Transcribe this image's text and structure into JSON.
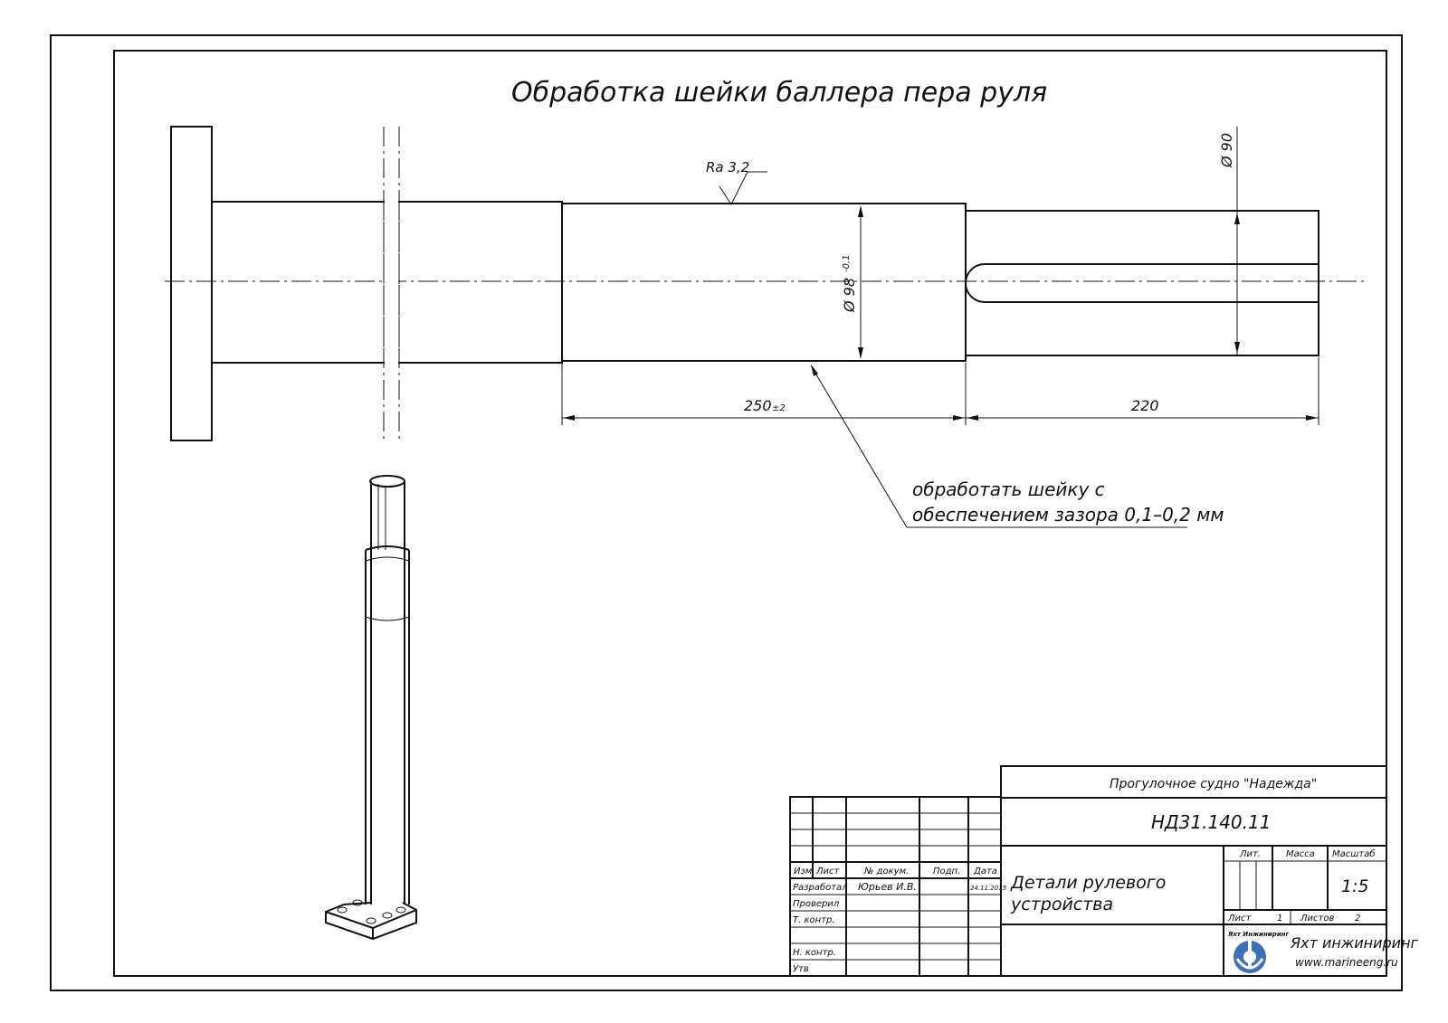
{
  "drawing": {
    "title": "Обработка шейки баллера пера руля",
    "roughness": "Ra 3,2",
    "diam_journal": "Ø 98",
    "diam_journal_tol": "-0,1",
    "diam_end": "Ø 90",
    "dim_length_1": "250",
    "dim_length_1_tol": "±2",
    "dim_length_2": "220",
    "note_line1": "обработать шейку с",
    "note_line2": "обеспечением зазора 0,1–0,2 мм"
  },
  "title_block": {
    "project": "Прогулочное судно \"Надежда\"",
    "doc_number": "НД31.140.11",
    "doc_title_line1": "Детали рулевого",
    "doc_title_line2": "устройства",
    "col_izm": "Изм",
    "col_list": "Лист",
    "col_doc": "№ докум.",
    "col_sign": "Подп.",
    "col_date": "Дата",
    "row_developed": "Разработал",
    "developer_name": "Юрьев И.В.",
    "developed_date": "24.11.2015",
    "row_checked": "Проверил",
    "row_tcontrol": "Т. контр.",
    "row_ncontrol": "Н. контр.",
    "row_approved": "Утв",
    "lit_label": "Лит.",
    "mass_label": "Масса",
    "scale_label": "Масштаб",
    "scale_value": "1:5",
    "sheet_label": "Лист",
    "sheet_value": "1",
    "sheets_label": "Листов",
    "sheets_value": "2",
    "logo_caption": "Яхт Инжиниринг",
    "company_name": "Яхт инжиниринг",
    "company_site": "www.marineeng.ru"
  },
  "colors": {
    "logo_blue": "#3f6fb5"
  },
  "icons": {
    "logo": "anchor-gear-logo-icon"
  }
}
